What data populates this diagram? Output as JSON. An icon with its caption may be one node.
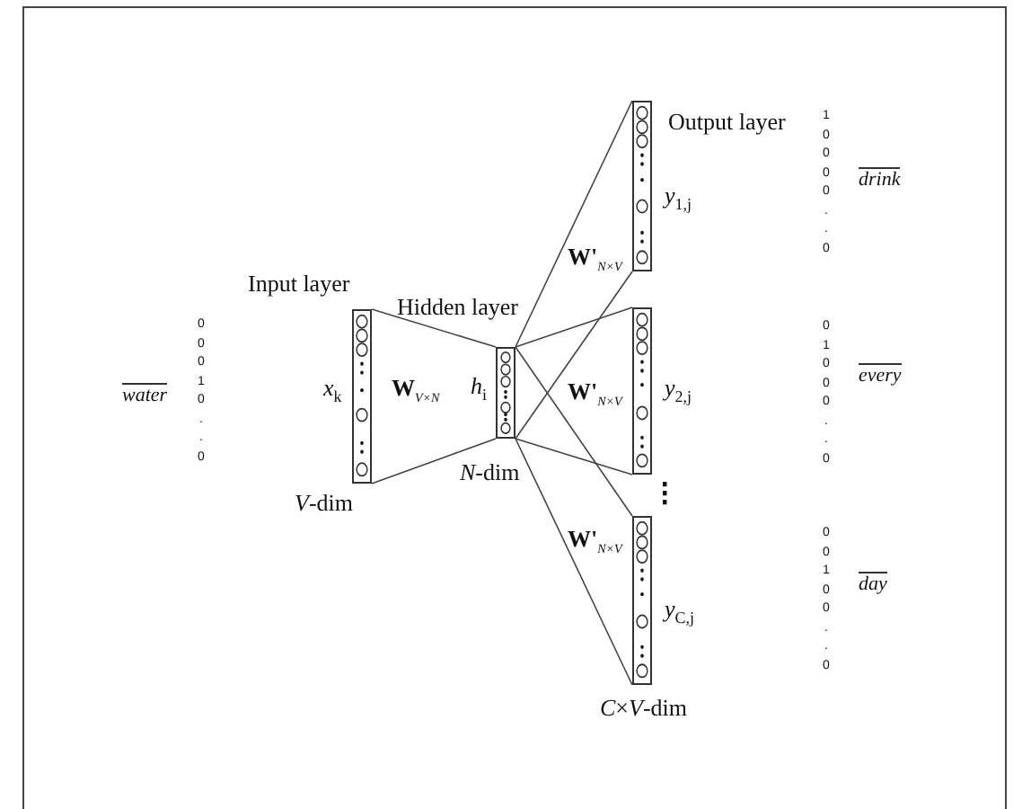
{
  "diagram": {
    "nodes": [
      {
        "text": [],
        "shape": "bar",
        "beside": [
          "Input layer",
          "*x*$_{k}$",
          "*V*-dim"
        ]
      },
      {
        "text": [],
        "shape": "bar",
        "beside": [
          "Hidden layer",
          "*h*$_{i}$",
          "*N*-dim"
        ]
      },
      {
        "text": [],
        "shape": "bar",
        "beside": [
          "Output layer",
          "*y*$_{1,j}$"
        ]
      },
      {
        "text": [],
        "shape": "bar",
        "beside": [
          "*y*$_{2,j}$"
        ]
      },
      {
        "text": [],
        "shape": "bar",
        "beside": [
          "*y*$_{C,j}$",
          "*C*×*V*-dim"
        ]
      }
    ],
    "edges": [
      {
        "from": 0,
        "to": 1,
        "arrow": "none"
      },
      {
        "from": 0,
        "to": 1,
        "arrow": "none"
      },
      {
        "from": 1,
        "to": 2,
        "arrow": "none"
      },
      {
        "from": 1,
        "to": 2,
        "arrow": "none"
      },
      {
        "from": 1,
        "to": 3,
        "arrow": "none"
      },
      {
        "from": 1,
        "to": 3,
        "arrow": "none"
      },
      {
        "from": 1,
        "to": 4,
        "arrow": "none"
      },
      {
        "from": 1,
        "to": 4,
        "arrow": "none"
      }
    ],
    "labels": [
      "water",
      "0 0 0 1 0 . . 0",
      "**W**$_{V×N}$",
      "**W'**$_{N×V}$",
      "**W'**$_{N×V}$",
      "**W'**$_{N×V}$",
      "1 0 0 0 0 . . 0",
      "drink",
      "0 1 0 0 0 . . 0",
      "every",
      "0 0 1 0 0 . . 0",
      "day"
    ]
  }
}
